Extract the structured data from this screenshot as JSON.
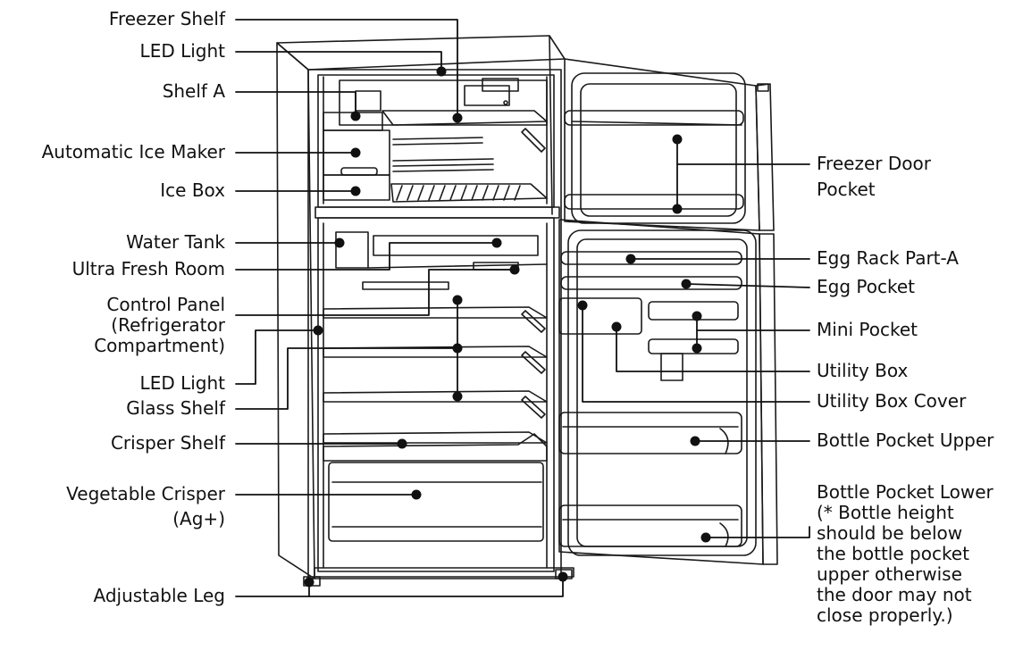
{
  "colors": {
    "ink": "#111111",
    "background": "#ffffff",
    "line": "#1a1a1a"
  },
  "left_labels": [
    {
      "id": "freezer-shelf",
      "lines": [
        "Freezer Shelf"
      ]
    },
    {
      "id": "led-light-top",
      "lines": [
        "LED Light"
      ]
    },
    {
      "id": "shelf-a",
      "lines": [
        "Shelf A"
      ]
    },
    {
      "id": "automatic-ice-maker",
      "lines": [
        "Automatic Ice Maker"
      ]
    },
    {
      "id": "ice-box",
      "lines": [
        "Ice Box"
      ]
    },
    {
      "id": "water-tank",
      "lines": [
        "Water Tank"
      ]
    },
    {
      "id": "ultra-fresh-room",
      "lines": [
        "Ultra Fresh Room"
      ]
    },
    {
      "id": "control-panel",
      "lines": [
        "Control Panel",
        "(Refrigerator",
        "Compartment)"
      ]
    },
    {
      "id": "led-light-bottom",
      "lines": [
        "LED Light"
      ]
    },
    {
      "id": "glass-shelf",
      "lines": [
        "Glass Shelf"
      ]
    },
    {
      "id": "crisper-shelf",
      "lines": [
        "Crisper Shelf"
      ]
    },
    {
      "id": "vegetable-crisper",
      "lines": [
        "Vegetable Crisper",
        "(Ag+)"
      ]
    },
    {
      "id": "adjustable-leg",
      "lines": [
        "Adjustable Leg"
      ]
    }
  ],
  "right_labels": [
    {
      "id": "freezer-door-pocket",
      "lines": [
        "Freezer Door",
        "Pocket"
      ]
    },
    {
      "id": "egg-rack-part-a",
      "lines": [
        "Egg Rack Part-A"
      ]
    },
    {
      "id": "egg-pocket",
      "lines": [
        "Egg Pocket"
      ]
    },
    {
      "id": "mini-pocket",
      "lines": [
        "Mini Pocket"
      ]
    },
    {
      "id": "utility-box",
      "lines": [
        "Utility Box"
      ]
    },
    {
      "id": "utility-box-cover",
      "lines": [
        "Utility Box Cover"
      ]
    },
    {
      "id": "bottle-pocket-upper",
      "lines": [
        "Bottle Pocket Upper"
      ]
    },
    {
      "id": "bottle-pocket-lower",
      "lines": [
        "Bottle Pocket Lower",
        "(* Bottle height",
        "should be below",
        "the bottle pocket",
        "upper otherwise",
        "the door may not",
        "close properly.)"
      ]
    }
  ]
}
